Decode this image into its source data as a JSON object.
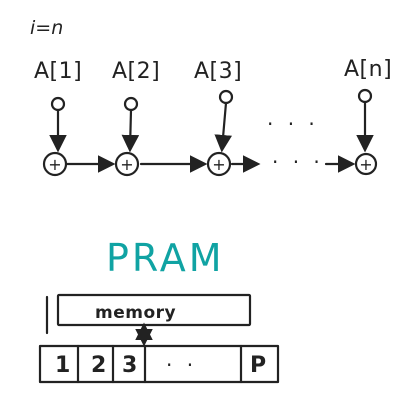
{
  "header": {
    "equation": "i=n"
  },
  "chain": {
    "inputs": [
      {
        "label": "A[1]"
      },
      {
        "label": "A[2]"
      },
      {
        "label": "A[3]"
      },
      {
        "label": "A[n]"
      }
    ],
    "ellipsis": "· · ·",
    "operators": [
      "+",
      "+",
      "+",
      "+"
    ]
  },
  "model": {
    "title": "PRAM",
    "title_color": "#10a3a3",
    "memory_label": "memory",
    "processors": [
      "1",
      "2",
      "3",
      "P"
    ],
    "processor_ellipsis": "· ·"
  }
}
